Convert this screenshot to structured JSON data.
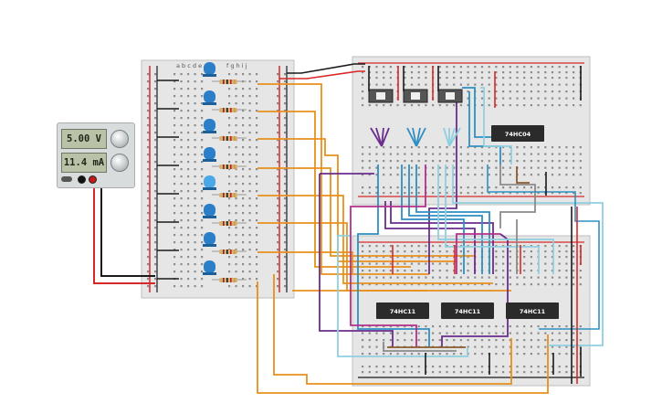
{
  "power_supply": {
    "voltage_display": "5.00 V",
    "current_display": "11.4 mA"
  },
  "chips": {
    "inverter": "74HC04",
    "and_gate_1": "74HC11",
    "and_gate_2": "74HC11",
    "and_gate_3": "74HC11"
  },
  "breadboard_labels": {
    "left_columns_a_to_e": "a b c d e",
    "left_columns_f_to_j": "f g h i j"
  },
  "colors": {
    "background": "#ffffff",
    "breadboard": "#e6e6e6",
    "power_rail_red": "#d62828",
    "power_rail_black": "#1a1a1a",
    "wire_orange": "#e8901c",
    "wire_purple": "#6a2d8c",
    "wire_blue": "#2f8fc2",
    "wire_light_blue": "#8fd0e0",
    "wire_magenta": "#b52f8a",
    "wire_gray": "#8a8a8a",
    "wire_brown": "#8a5a2b",
    "chip_body": "#2b2b2b",
    "led_blue": "#2a7fc8"
  }
}
